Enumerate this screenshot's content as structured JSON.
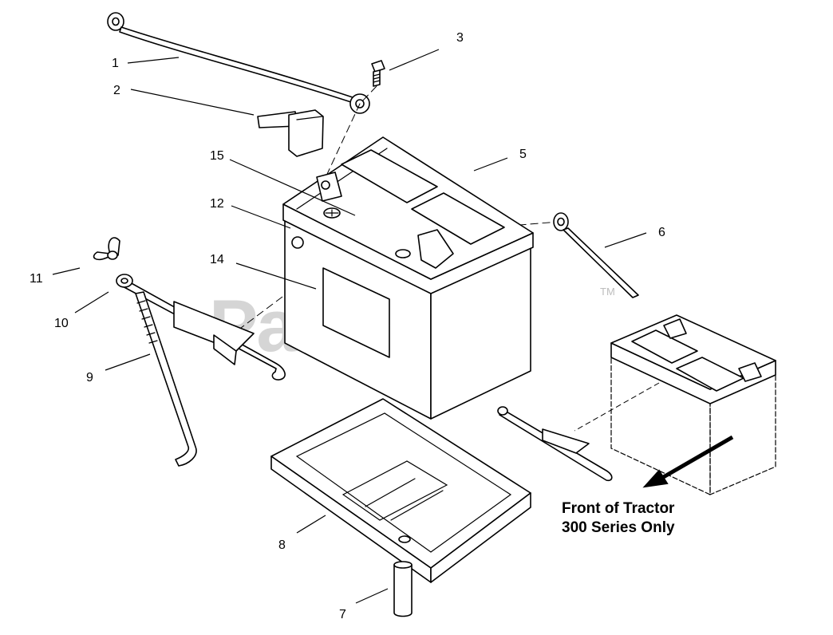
{
  "watermark": {
    "brand": "PartsTree",
    "trademark": "TM"
  },
  "callouts": {
    "c1": "1",
    "c2": "2",
    "c3": "3",
    "c5": "5",
    "c6": "6",
    "c7": "7",
    "c8": "8",
    "c9": "9",
    "c10": "10",
    "c11": "11",
    "c12": "12",
    "c14": "14",
    "c15": "15"
  },
  "note": {
    "line1": "Front of Tractor",
    "line2": "300 Series Only"
  },
  "colors": {
    "line": "#000000",
    "watermark": "#c8c8c8",
    "background": "#ffffff"
  }
}
